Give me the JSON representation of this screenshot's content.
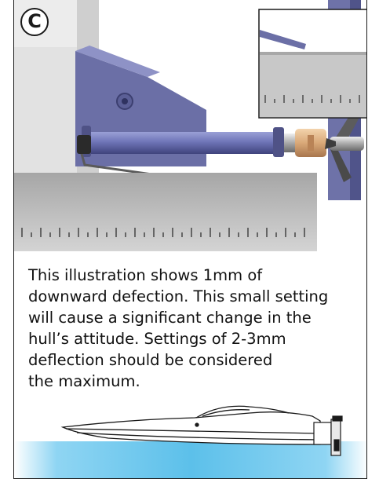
{
  "badge": {
    "letter": "C"
  },
  "caption": {
    "lines": [
      "This illustration shows 1mm of",
      "downward defection. This small setting",
      "will cause a significant change in the",
      "hull’s attitude. Settings of 2-3mm",
      "deflection should be considered",
      "the maximum."
    ]
  },
  "colors": {
    "bracket": "#6b6fa6",
    "bracket_dark": "#4f5286",
    "wall": "#e4e4e4",
    "ruler": "#c2c2c2",
    "ruler_ticks": "#3a3a3a",
    "water": "#5cc0ea",
    "frame": "#1a1a1a"
  },
  "icons": {
    "badge": "circled-letter-icon",
    "propeller": "propeller-icon",
    "boat": "speedboat-icon"
  }
}
